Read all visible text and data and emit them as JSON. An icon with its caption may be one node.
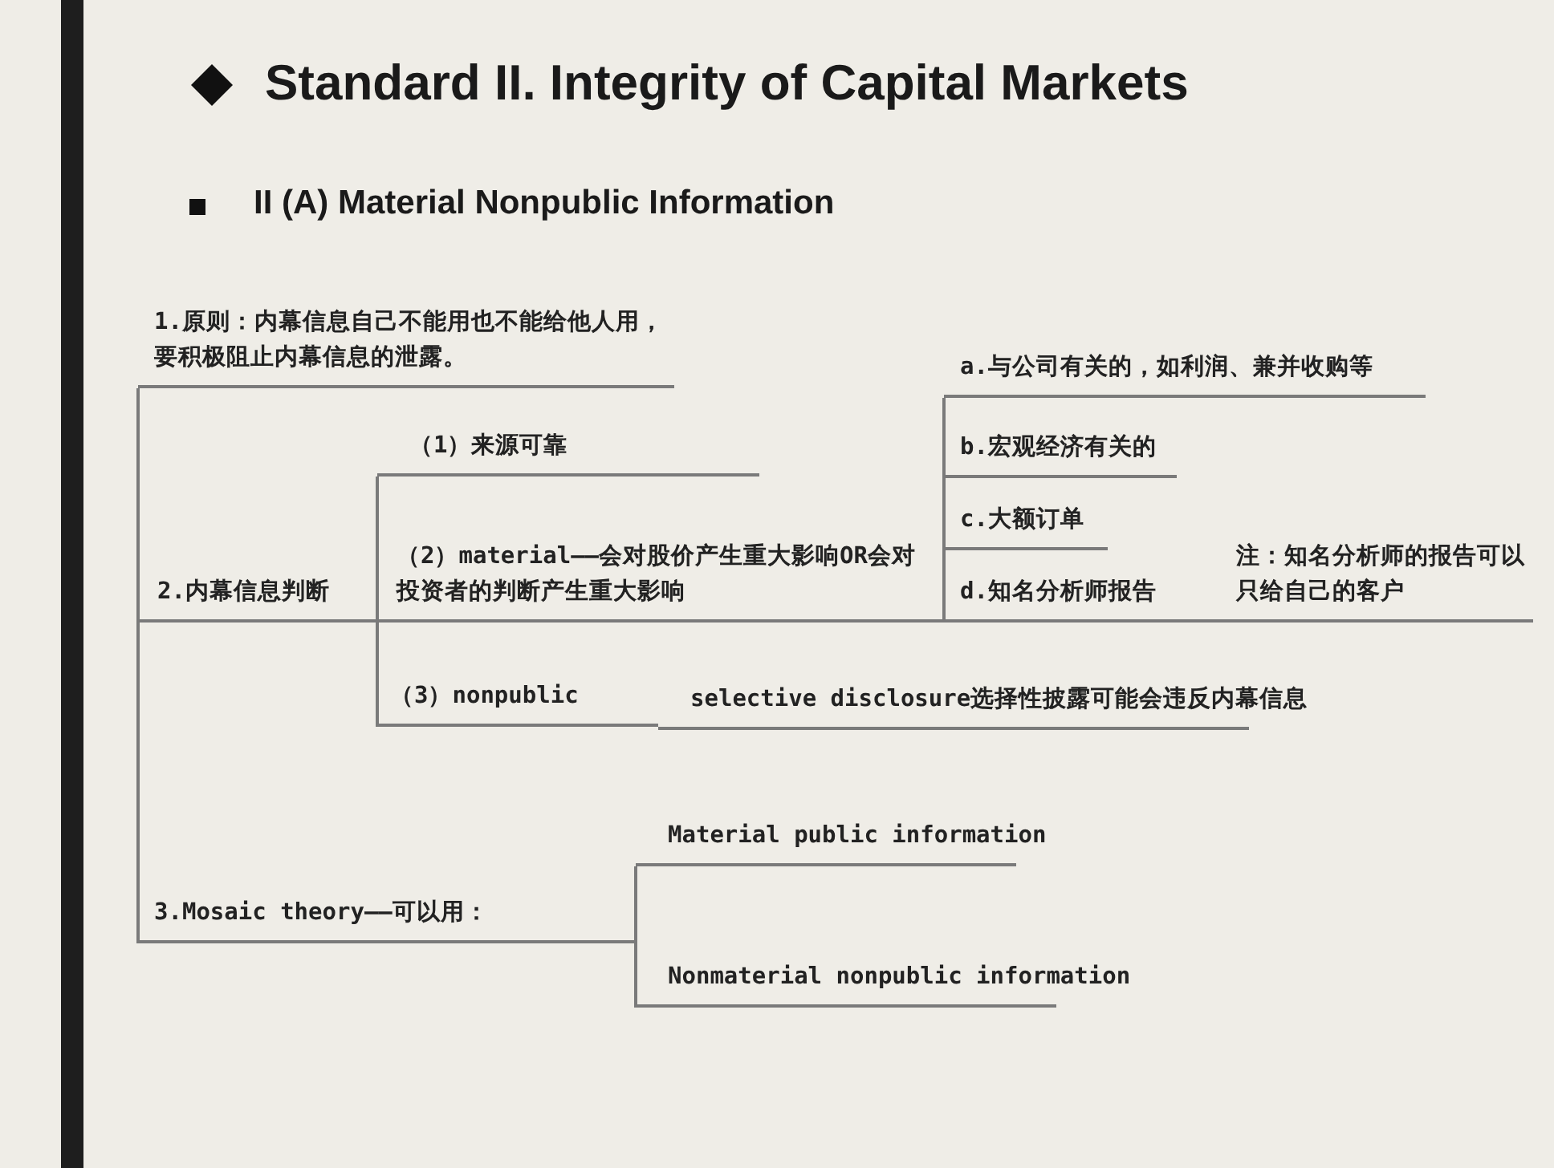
{
  "diagram": {
    "title": "Standard II. Integrity of Capital Markets",
    "nodes": [
      {
        "text": [
          "1.原则：内幕信息自己不能用也不能给他人用，要积极阻止内幕信息的泄露。"
        ]
      },
      {
        "text": [
          "2.内幕信息判断"
        ]
      },
      {
        "text": [
          "（1）来源可靠"
        ]
      },
      {
        "text": [
          "（2）material——会对股价产生重大影响OR会对投资者的判断产生重大影响"
        ]
      },
      {
        "text": [
          "a.与公司有关的，如利润、兼并收购等"
        ]
      },
      {
        "text": [
          "b.宏观经济有关的"
        ]
      },
      {
        "text": [
          "c.大额订单"
        ]
      },
      {
        "text": [
          "d.知名分析师报告"
        ]
      },
      {
        "text": [
          "注：知名分析师的报告可以只给自己的客户"
        ]
      },
      {
        "text": [
          "（3）nonpublic"
        ]
      },
      {
        "text": [
          "selective disclosure选择性披露可能会违反内幕信息"
        ]
      },
      {
        "text": [
          "3.Mosaic theory——可以用："
        ]
      },
      {
        "text": [
          "Material public information"
        ]
      },
      {
        "text": [
          "Nonmaterial nonpublic information"
        ]
      }
    ],
    "edges": [
      {
        "from": 0,
        "to": 1,
        "arrow": "none"
      },
      {
        "from": 1,
        "to": 11,
        "arrow": "none"
      },
      {
        "from": 1,
        "to": 2,
        "arrow": "none"
      },
      {
        "from": 1,
        "to": 3,
        "arrow": "none"
      },
      {
        "from": 1,
        "to": 9,
        "arrow": "none"
      },
      {
        "from": 3,
        "to": 4,
        "arrow": "none"
      },
      {
        "from": 3,
        "to": 5,
        "arrow": "none"
      },
      {
        "from": 3,
        "to": 6,
        "arrow": "none"
      },
      {
        "from": 3,
        "to": 7,
        "arrow": "none"
      },
      {
        "from": 11,
        "to": 12,
        "arrow": "none"
      },
      {
        "from": 11,
        "to": 13,
        "arrow": "none"
      }
    ],
    "labels": [
      "II (A) Material Nonpublic Information"
    ]
  }
}
